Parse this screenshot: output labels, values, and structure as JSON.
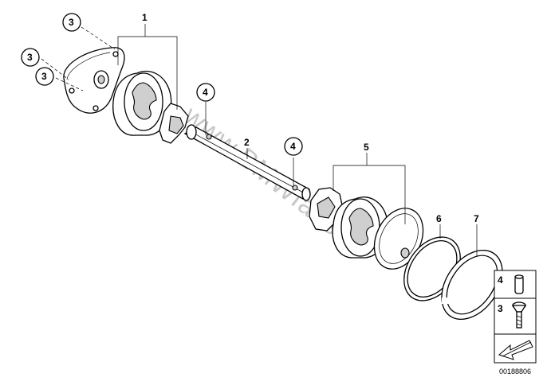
{
  "callouts": {
    "c1": "1",
    "c2": "2",
    "c3a": "3",
    "c3b": "3",
    "c3c": "3",
    "c4a": "4",
    "c4b": "4",
    "c5": "5",
    "c6": "6",
    "c7": "7"
  },
  "legend": {
    "item_a": "4",
    "item_b": "3"
  },
  "watermark": "www.BMWfans.pl",
  "diagram_number": "00188806"
}
